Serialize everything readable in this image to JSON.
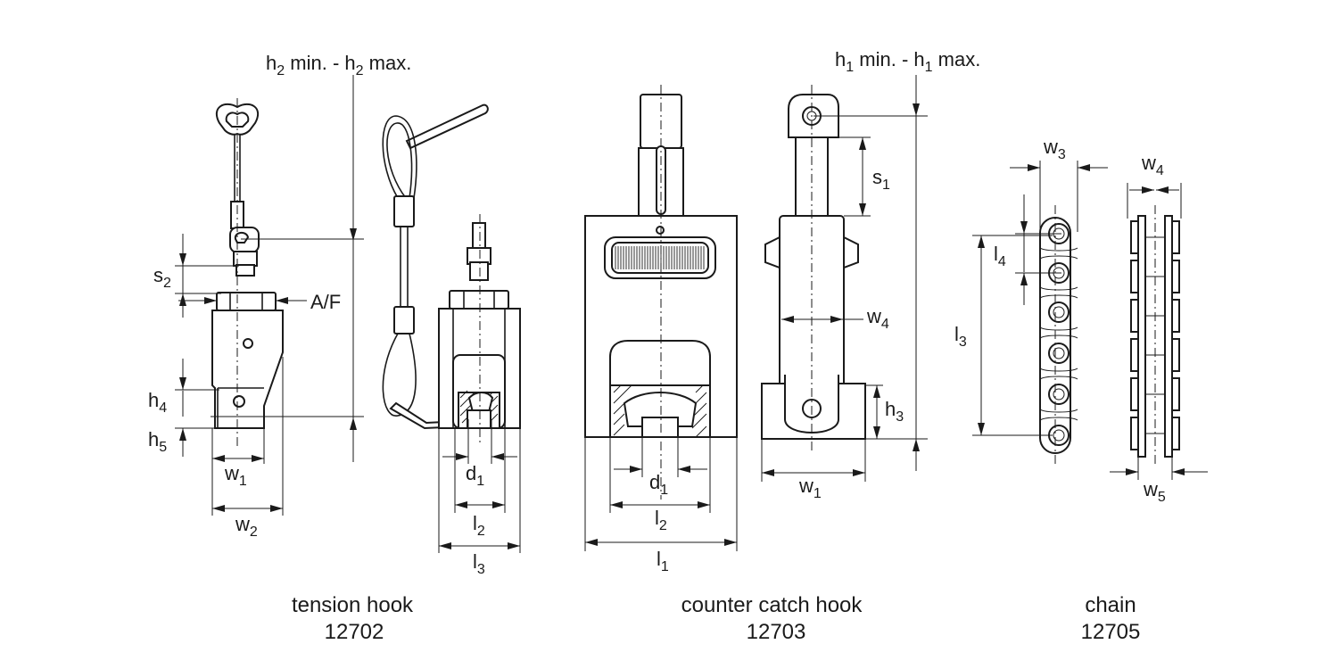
{
  "products": [
    {
      "name": "tension hook",
      "code": "12702"
    },
    {
      "name": "counter catch hook",
      "code": "12703"
    },
    {
      "name": "chain",
      "code": "12705"
    }
  ],
  "labels": {
    "h2_range": {
      "sym": "h",
      "sub": "2",
      "mid": " min. - ",
      "sym2": "h",
      "sub2": "2",
      "end": " max."
    },
    "h1_range": {
      "sym": "h",
      "sub": "1",
      "mid": " min. - ",
      "sym2": "h",
      "sub2": "1",
      "end": " max."
    },
    "af": "A/F",
    "s2": {
      "sym": "s",
      "sub": "2"
    },
    "h4": {
      "sym": "h",
      "sub": "4"
    },
    "h5": {
      "sym": "h",
      "sub": "5"
    },
    "w1_a": {
      "sym": "w",
      "sub": "1"
    },
    "w2": {
      "sym": "w",
      "sub": "2"
    },
    "d1_a": {
      "sym": "d",
      "sub": "1"
    },
    "l2_a": {
      "sym": "l",
      "sub": "2"
    },
    "l3_a": {
      "sym": "l",
      "sub": "3"
    },
    "d1_b": {
      "sym": "d",
      "sub": "1"
    },
    "l2_b": {
      "sym": "l",
      "sub": "2"
    },
    "l1": {
      "sym": "l",
      "sub": "1"
    },
    "s1": {
      "sym": "s",
      "sub": "1"
    },
    "w4_a": {
      "sym": "w",
      "sub": "4"
    },
    "h3": {
      "sym": "h",
      "sub": "3"
    },
    "w1_b": {
      "sym": "w",
      "sub": "1"
    },
    "w3": {
      "sym": "w",
      "sub": "3"
    },
    "w4_b": {
      "sym": "w",
      "sub": "4"
    },
    "l4": {
      "sym": "l",
      "sub": "4"
    },
    "l3_b": {
      "sym": "l",
      "sub": "3"
    },
    "w5": {
      "sym": "w",
      "sub": "5"
    }
  }
}
